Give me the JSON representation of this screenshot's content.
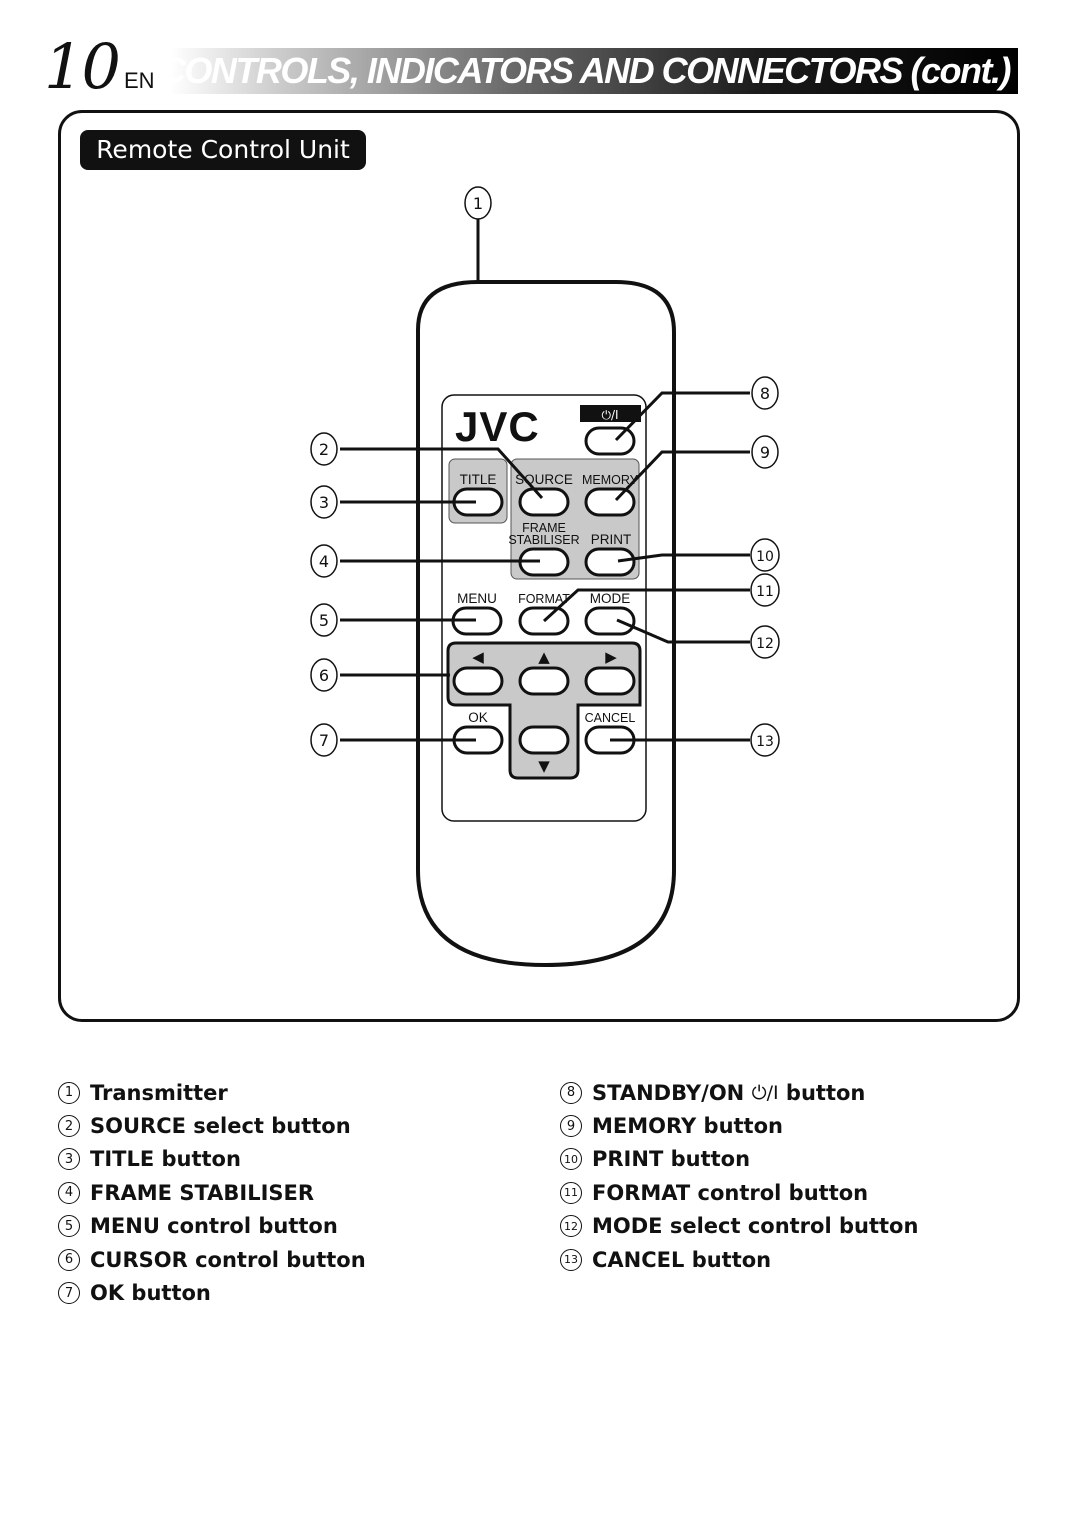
{
  "header": {
    "page_number": "10",
    "language": "EN",
    "title": "CONTROLS, INDICATORS AND CONNECTORS (cont.)"
  },
  "section_title": "Remote Control Unit",
  "remote": {
    "brand": "JVC",
    "power_label": "⏻/I",
    "labels": {
      "title": "TITLE",
      "source": "SOURCE",
      "memory": "MEMORY",
      "frame": "FRAME",
      "stabiliser": "STABILISER",
      "print": "PRINT",
      "menu": "MENU",
      "format": "FORMAT",
      "mode": "MODE",
      "ok": "OK",
      "cancel": "CANCEL"
    },
    "arrows": {
      "left": "◀",
      "up": "▲",
      "right": "▶",
      "down": "▼"
    }
  },
  "callouts": [
    "1",
    "2",
    "3",
    "4",
    "5",
    "6",
    "7",
    "8",
    "9",
    "10",
    "11",
    "12",
    "13"
  ],
  "legend_left": [
    {
      "num": "1",
      "text": "Transmitter"
    },
    {
      "num": "2",
      "text": "SOURCE select button"
    },
    {
      "num": "3",
      "text": "TITLE button"
    },
    {
      "num": "4",
      "text": "FRAME STABILISER"
    },
    {
      "num": "5",
      "text": "MENU control button"
    },
    {
      "num": "6",
      "text": "CURSOR control button"
    },
    {
      "num": "7",
      "text": "OK button"
    }
  ],
  "legend_right": [
    {
      "num": "8",
      "text": "STANDBY/ON",
      "suffix_icon": "⏻/I",
      "suffix": "button"
    },
    {
      "num": "9",
      "text": "MEMORY button"
    },
    {
      "num": "10",
      "text": "PRINT button"
    },
    {
      "num": "11",
      "text": "FORMAT control button"
    },
    {
      "num": "12",
      "text": "MODE select control button"
    },
    {
      "num": "13",
      "text": "CANCEL button"
    }
  ]
}
